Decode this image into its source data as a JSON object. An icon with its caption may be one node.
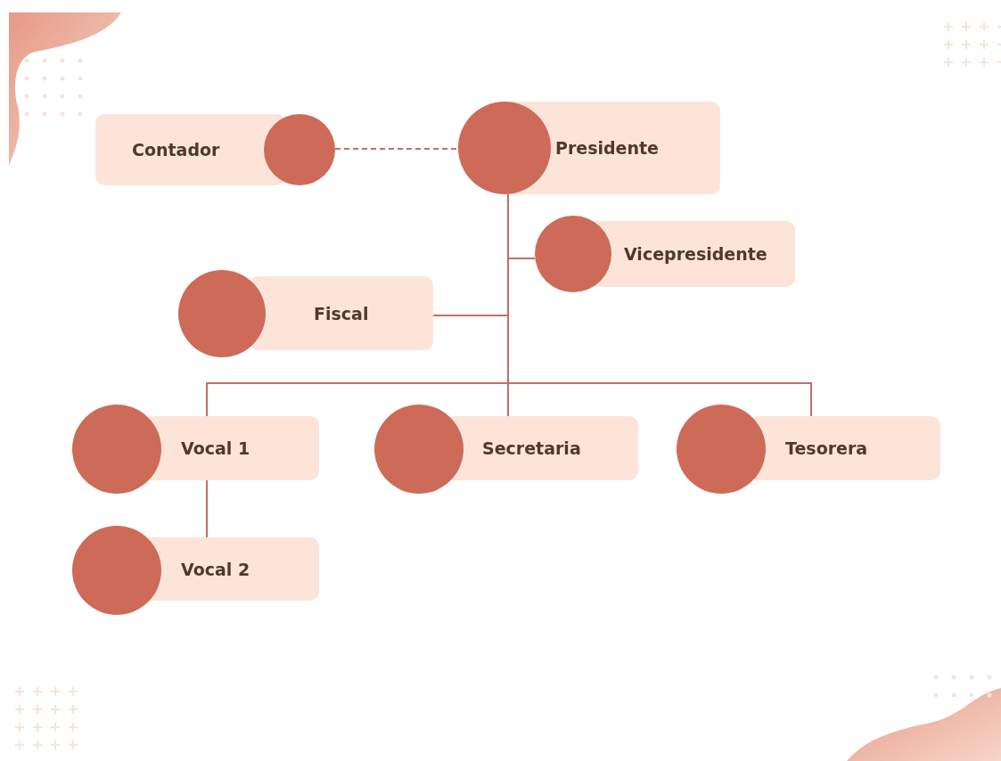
{
  "diagram": {
    "nodes": [
      {
        "text": [
          "Contador"
        ]
      },
      {
        "text": [
          "Presidente"
        ]
      },
      {
        "text": [
          "Vicepresidente"
        ]
      },
      {
        "text": [
          "Fiscal"
        ]
      },
      {
        "text": [
          "Vocal 1"
        ]
      },
      {
        "text": [
          "Secretaria"
        ]
      },
      {
        "text": [
          "Tesorera"
        ]
      },
      {
        "text": [
          "Vocal 2"
        ]
      }
    ],
    "edges": [
      {
        "from": 0,
        "to": 1,
        "arrow": "none",
        "style": "dashed"
      },
      {
        "from": 1,
        "to": 2,
        "arrow": "none"
      },
      {
        "from": 1,
        "to": 3,
        "arrow": "none"
      },
      {
        "from": 1,
        "to": 4,
        "arrow": "none"
      },
      {
        "from": 1,
        "to": 5,
        "arrow": "none"
      },
      {
        "from": 1,
        "to": 6,
        "arrow": "none"
      },
      {
        "from": 4,
        "to": 7,
        "arrow": "none"
      }
    ]
  }
}
